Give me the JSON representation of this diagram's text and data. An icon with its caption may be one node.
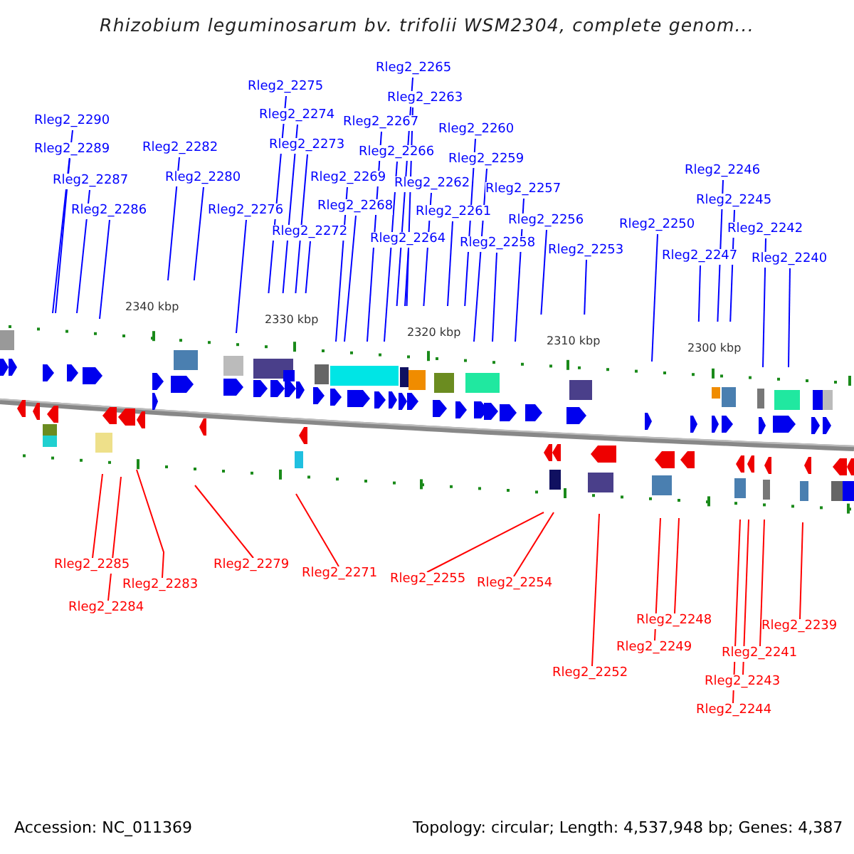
{
  "diagram": {
    "title": "Rhizobium leguminosarum bv. trifolii WSM2304, complete genom...",
    "nodes": [
      {
        "text": [
          "Rleg2_2290"
        ]
      },
      {
        "text": [
          "Rleg2_2289"
        ]
      },
      {
        "text": [
          "Rleg2_2287"
        ]
      },
      {
        "text": [
          "Rleg2_2286"
        ]
      },
      {
        "text": [
          "Rleg2_2282"
        ]
      },
      {
        "text": [
          "Rleg2_2280"
        ]
      },
      {
        "text": [
          "Rleg2_2276"
        ]
      },
      {
        "text": [
          "Rleg2_2275"
        ]
      },
      {
        "text": [
          "Rleg2_2274"
        ]
      },
      {
        "text": [
          "Rleg2_2273"
        ]
      },
      {
        "text": [
          "Rleg2_2272"
        ]
      },
      {
        "text": [
          "Rleg2_2269"
        ]
      },
      {
        "text": [
          "Rleg2_2268"
        ]
      },
      {
        "text": [
          "Rleg2_2267"
        ]
      },
      {
        "text": [
          "Rleg2_2266"
        ]
      },
      {
        "text": [
          "Rleg2_2265"
        ]
      },
      {
        "text": [
          "Rleg2_2264"
        ]
      },
      {
        "text": [
          "Rleg2_2263"
        ]
      },
      {
        "text": [
          "Rleg2_2262"
        ]
      },
      {
        "text": [
          "Rleg2_2261"
        ]
      },
      {
        "text": [
          "Rleg2_2260"
        ]
      },
      {
        "text": [
          "Rleg2_2259"
        ]
      },
      {
        "text": [
          "Rleg2_2258"
        ]
      },
      {
        "text": [
          "Rleg2_2257"
        ]
      },
      {
        "text": [
          "Rleg2_2256"
        ]
      },
      {
        "text": [
          "Rleg2_2253"
        ]
      },
      {
        "text": [
          "Rleg2_2250"
        ]
      },
      {
        "text": [
          "Rleg2_2247"
        ]
      },
      {
        "text": [
          "Rleg2_2246"
        ]
      },
      {
        "text": [
          "Rleg2_2245"
        ]
      },
      {
        "text": [
          "Rleg2_2242"
        ]
      },
      {
        "text": [
          "Rleg2_2240"
        ]
      },
      {
        "text": [
          "Rleg2_2285"
        ]
      },
      {
        "text": [
          "Rleg2_2284"
        ]
      },
      {
        "text": [
          "Rleg2_2283"
        ]
      },
      {
        "text": [
          "Rleg2_2279"
        ]
      },
      {
        "text": [
          "Rleg2_2271"
        ]
      },
      {
        "text": [
          "Rleg2_2255"
        ]
      },
      {
        "text": [
          "Rleg2_2254"
        ]
      },
      {
        "text": [
          "Rleg2_2252"
        ]
      },
      {
        "text": [
          "Rleg2_2249"
        ]
      },
      {
        "text": [
          "Rleg2_2248"
        ]
      },
      {
        "text": [
          "Rleg2_2244"
        ]
      },
      {
        "text": [
          "Rleg2_2243"
        ]
      },
      {
        "text": [
          "Rleg2_2241"
        ]
      },
      {
        "text": [
          "Rleg2_2239"
        ]
      }
    ],
    "edges": [
      {
        "from": 0,
        "to": null,
        "arrow": "none"
      },
      {
        "from": 1,
        "to": null,
        "arrow": "none"
      },
      {
        "from": 2,
        "to": null,
        "arrow": "none"
      },
      {
        "from": 3,
        "to": null,
        "arrow": "none"
      },
      {
        "from": 4,
        "to": null,
        "arrow": "none"
      },
      {
        "from": 5,
        "to": null,
        "arrow": "none"
      },
      {
        "from": 6,
        "to": null,
        "arrow": "none"
      },
      {
        "from": 7,
        "to": null,
        "arrow": "none"
      },
      {
        "from": 8,
        "to": null,
        "arrow": "none"
      },
      {
        "from": 9,
        "to": null,
        "arrow": "none"
      },
      {
        "from": 10,
        "to": null,
        "arrow": "none"
      },
      {
        "from": 11,
        "to": null,
        "arrow": "none"
      },
      {
        "from": 12,
        "to": null,
        "arrow": "none"
      },
      {
        "from": 13,
        "to": null,
        "arrow": "none"
      },
      {
        "from": 14,
        "to": null,
        "arrow": "none"
      },
      {
        "from": 15,
        "to": null,
        "arrow": "none"
      },
      {
        "from": 16,
        "to": null,
        "arrow": "none"
      },
      {
        "from": 17,
        "to": null,
        "arrow": "none"
      },
      {
        "from": 18,
        "to": null,
        "arrow": "none"
      },
      {
        "from": 19,
        "to": null,
        "arrow": "none"
      },
      {
        "from": 20,
        "to": null,
        "arrow": "none"
      },
      {
        "from": 21,
        "to": null,
        "arrow": "none"
      },
      {
        "from": 22,
        "to": null,
        "arrow": "none"
      },
      {
        "from": 23,
        "to": null,
        "arrow": "none"
      },
      {
        "from": 24,
        "to": null,
        "arrow": "none"
      },
      {
        "from": 25,
        "to": null,
        "arrow": "none"
      },
      {
        "from": 26,
        "to": null,
        "arrow": "none"
      },
      {
        "from": 27,
        "to": null,
        "arrow": "none"
      },
      {
        "from": 28,
        "to": null,
        "arrow": "none"
      },
      {
        "from": 29,
        "to": null,
        "arrow": "none"
      },
      {
        "from": 30,
        "to": null,
        "arrow": "none"
      },
      {
        "from": 31,
        "to": null,
        "arrow": "none"
      },
      {
        "from": 32,
        "to": null,
        "arrow": "none",
        "color": "#ff0000"
      },
      {
        "from": 33,
        "to": null,
        "arrow": "none",
        "color": "#ff0000"
      },
      {
        "from": 34,
        "to": null,
        "arrow": "none",
        "color": "#ff0000"
      },
      {
        "from": 35,
        "to": null,
        "arrow": "none",
        "color": "#ff0000"
      },
      {
        "from": 36,
        "to": null,
        "arrow": "none",
        "color": "#ff0000"
      },
      {
        "from": 37,
        "to": null,
        "arrow": "none",
        "color": "#ff0000"
      },
      {
        "from": 38,
        "to": null,
        "arrow": "none",
        "color": "#ff0000"
      },
      {
        "from": 39,
        "to": null,
        "arrow": "none",
        "color": "#ff0000"
      },
      {
        "from": 40,
        "to": null,
        "arrow": "none",
        "color": "#ff0000"
      },
      {
        "from": 41,
        "to": null,
        "arrow": "none",
        "color": "#ff0000"
      },
      {
        "from": 42,
        "to": null,
        "arrow": "none",
        "color": "#ff0000"
      },
      {
        "from": 43,
        "to": null,
        "arrow": "none",
        "color": "#ff0000"
      },
      {
        "from": 44,
        "to": null,
        "arrow": "none",
        "color": "#ff0000"
      },
      {
        "from": 45,
        "to": null,
        "arrow": "none",
        "color": "#ff0000"
      }
    ],
    "labels": [
      "2340 kbp",
      "2330 kbp",
      "2320 kbp",
      "2310 kbp",
      "2300 kbp",
      "Accession: NC_011369",
      "Topology: circular; Length: 4,537,948 bp; Genes: 4,387"
    ]
  }
}
